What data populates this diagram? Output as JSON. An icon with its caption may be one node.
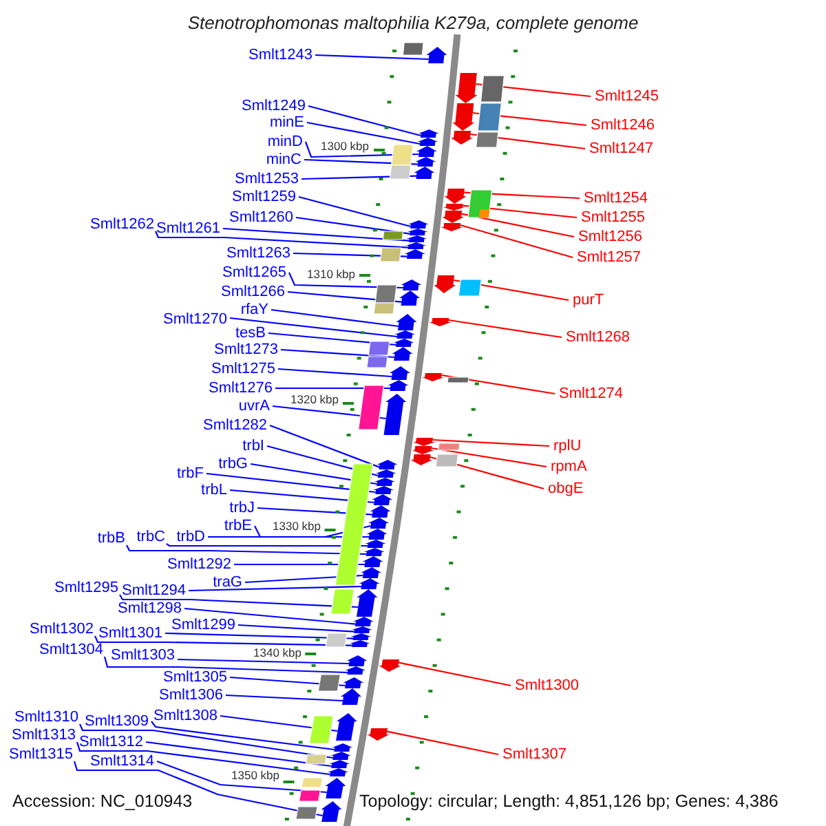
{
  "diagram": {
    "title": "Stenotrophomonas maltophilia K279a, complete genome",
    "nodes": [
      {
        "text": [
          "Smlt1243"
        ]
      },
      {
        "text": [
          "Smlt1249"
        ]
      },
      {
        "text": [
          "minE"
        ]
      },
      {
        "text": [
          "minD"
        ]
      },
      {
        "text": [
          "minC"
        ]
      },
      {
        "text": [
          "Smlt1253"
        ]
      },
      {
        "text": [
          "Smlt1259"
        ]
      },
      {
        "text": [
          "Smlt1260"
        ]
      },
      {
        "text": [
          "Smlt1262"
        ]
      },
      {
        "text": [
          "Smlt1261"
        ]
      },
      {
        "text": [
          "Smlt1263"
        ]
      },
      {
        "text": [
          "Smlt1265"
        ]
      },
      {
        "text": [
          "Smlt1266"
        ]
      },
      {
        "text": [
          "rfaY"
        ]
      },
      {
        "text": [
          "Smlt1270"
        ]
      },
      {
        "text": [
          "tesB"
        ]
      },
      {
        "text": [
          "Smlt1273"
        ]
      },
      {
        "text": [
          "Smlt1275"
        ]
      },
      {
        "text": [
          "Smlt1276"
        ]
      },
      {
        "text": [
          "uvrA"
        ]
      },
      {
        "text": [
          "Smlt1282"
        ]
      },
      {
        "text": [
          "trbI"
        ]
      },
      {
        "text": [
          "trbG"
        ]
      },
      {
        "text": [
          "trbF"
        ]
      },
      {
        "text": [
          "trbL"
        ]
      },
      {
        "text": [
          "trbJ"
        ]
      },
      {
        "text": [
          "trbE"
        ]
      },
      {
        "text": [
          "trbB"
        ]
      },
      {
        "text": [
          "trbC"
        ]
      },
      {
        "text": [
          "trbD"
        ]
      },
      {
        "text": [
          "Smlt1292"
        ]
      },
      {
        "text": [
          "traG"
        ]
      },
      {
        "text": [
          "Smlt1295"
        ]
      },
      {
        "text": [
          "Smlt1294"
        ]
      },
      {
        "text": [
          "Smlt1298"
        ]
      },
      {
        "text": [
          "Smlt1299"
        ]
      },
      {
        "text": [
          "Smlt1302"
        ]
      },
      {
        "text": [
          "Smlt1301"
        ]
      },
      {
        "text": [
          "Smlt1304"
        ]
      },
      {
        "text": [
          "Smlt1303"
        ]
      },
      {
        "text": [
          "Smlt1305"
        ]
      },
      {
        "text": [
          "Smlt1306"
        ]
      },
      {
        "text": [
          "Smlt1310"
        ]
      },
      {
        "text": [
          "Smlt1309"
        ]
      },
      {
        "text": [
          "Smlt1308"
        ]
      },
      {
        "text": [
          "Smlt1313"
        ]
      },
      {
        "text": [
          "Smlt1312"
        ]
      },
      {
        "text": [
          "Smlt1315"
        ]
      },
      {
        "text": [
          "Smlt1314"
        ]
      },
      {
        "text": [
          "Smlt1245"
        ]
      },
      {
        "text": [
          "Smlt1246"
        ]
      },
      {
        "text": [
          "Smlt1247"
        ]
      },
      {
        "text": [
          "Smlt1254"
        ]
      },
      {
        "text": [
          "Smlt1255"
        ]
      },
      {
        "text": [
          "Smlt1256"
        ]
      },
      {
        "text": [
          "Smlt1257"
        ]
      },
      {
        "text": [
          "purT"
        ]
      },
      {
        "text": [
          "Smlt1268"
        ]
      },
      {
        "text": [
          "Smlt1274"
        ]
      },
      {
        "text": [
          "rplU"
        ]
      },
      {
        "text": [
          "rpmA"
        ]
      },
      {
        "text": [
          "obgE"
        ]
      },
      {
        "text": [
          "Smlt1300"
        ]
      },
      {
        "text": [
          "Smlt1307"
        ]
      },
      {
        "text": [],
        "shape": "arrow"
      },
      {
        "text": [],
        "shape": "arrow"
      },
      {
        "text": [],
        "shape": "arrow"
      },
      {
        "text": [],
        "shape": "arrow"
      },
      {
        "text": [],
        "shape": "arrow"
      },
      {
        "text": [],
        "shape": "arrow"
      },
      {
        "text": [],
        "shape": "arrow"
      },
      {
        "text": [],
        "shape": "arrow"
      },
      {
        "text": [],
        "shape": "arrow"
      },
      {
        "text": [],
        "shape": "arrow"
      },
      {
        "text": [],
        "shape": "arrow"
      },
      {
        "text": [],
        "shape": "arrow"
      },
      {
        "text": [],
        "shape": "arrow"
      },
      {
        "text": [],
        "shape": "arrow"
      },
      {
        "text": [],
        "shape": "arrow"
      },
      {
        "text": [],
        "shape": "arrow"
      },
      {
        "text": [],
        "shape": "arrow"
      },
      {
        "text": [],
        "shape": "arrow"
      },
      {
        "text": [],
        "shape": "arrow"
      },
      {
        "text": [],
        "shape": "arrow"
      },
      {
        "text": [],
        "shape": "arrow"
      },
      {
        "text": [],
        "shape": "arrow"
      },
      {
        "text": [],
        "shape": "arrow"
      },
      {
        "text": [],
        "shape": "arrow"
      },
      {
        "text": [],
        "shape": "arrow"
      },
      {
        "text": [],
        "shape": "arrow"
      },
      {
        "text": [],
        "shape": "arrow"
      },
      {
        "text": [],
        "shape": "arrow"
      },
      {
        "text": [],
        "shape": "arrow"
      },
      {
        "text": [],
        "shape": "arrow"
      },
      {
        "text": [],
        "shape": "arrow"
      },
      {
        "text": [],
        "shape": "arrow"
      },
      {
        "text": [],
        "shape": "arrow"
      },
      {
        "text": [],
        "shape": "arrow"
      },
      {
        "text": [],
        "shape": "arrow"
      },
      {
        "text": [],
        "shape": "arrow"
      },
      {
        "text": [],
        "shape": "arrow"
      },
      {
        "text": [],
        "shape": "arrow"
      },
      {
        "text": [],
        "shape": "arrow"
      },
      {
        "text": [],
        "shape": "arrow"
      },
      {
        "text": [],
        "shape": "arrow"
      },
      {
        "text": [],
        "shape": "arrow"
      },
      {
        "text": [],
        "shape": "arrow"
      },
      {
        "text": [],
        "shape": "arrow"
      },
      {
        "text": [],
        "shape": "arrow"
      },
      {
        "text": [],
        "shape": "arrow"
      },
      {
        "text": [],
        "shape": "arrow"
      },
      {
        "text": [],
        "shape": "arrow"
      },
      {
        "text": [],
        "shape": "arrow"
      },
      {
        "text": [],
        "shape": "arrow"
      },
      {
        "text": [],
        "shape": "arrow"
      },
      {
        "text": [],
        "shape": "arrow"
      },
      {
        "text": [],
        "shape": "arrow"
      },
      {
        "text": [],
        "shape": "arrow"
      },
      {
        "text": [],
        "shape": "arrow"
      },
      {
        "text": [],
        "shape": "arrow"
      },
      {
        "text": [],
        "shape": "arrow"
      },
      {
        "text": [],
        "shape": "arrow"
      },
      {
        "text": [],
        "shape": "arrow"
      },
      {
        "text": [],
        "shape": "arrow"
      },
      {
        "text": [],
        "shape": "arrow"
      },
      {
        "text": [],
        "shape": "arrow"
      },
      {
        "text": [],
        "shape": "arrow"
      },
      {
        "text": [],
        "shape": "arrow"
      }
    ],
    "edges": [
      {
        "from": 0,
        "to": 64,
        "arrow": "none"
      },
      {
        "from": 1,
        "to": 65,
        "arrow": "none"
      },
      {
        "from": 2,
        "to": 66,
        "arrow": "none"
      },
      {
        "from": 3,
        "to": 67,
        "arrow": "none"
      },
      {
        "from": 4,
        "to": 68,
        "arrow": "none"
      },
      {
        "from": 5,
        "to": 69,
        "arrow": "none"
      },
      {
        "from": 6,
        "to": 70,
        "arrow": "none"
      },
      {
        "from": 7,
        "to": 71,
        "arrow": "none"
      },
      {
        "from": 8,
        "to": 73,
        "arrow": "none"
      },
      {
        "from": 9,
        "to": 72,
        "arrow": "none"
      },
      {
        "from": 10,
        "to": 74,
        "arrow": "none"
      },
      {
        "from": 11,
        "to": 75,
        "arrow": "none"
      },
      {
        "from": 12,
        "to": 76,
        "arrow": "none"
      },
      {
        "from": 13,
        "to": 77,
        "arrow": "none"
      },
      {
        "from": 14,
        "to": 78,
        "arrow": "none"
      },
      {
        "from": 15,
        "to": 79,
        "arrow": "none"
      },
      {
        "from": 16,
        "to": 80,
        "arrow": "none"
      },
      {
        "from": 17,
        "to": 81,
        "arrow": "none"
      },
      {
        "from": 18,
        "to": 82,
        "arrow": "none"
      },
      {
        "from": 19,
        "to": 83,
        "arrow": "none"
      },
      {
        "from": 20,
        "to": 84,
        "arrow": "none"
      },
      {
        "from": 21,
        "to": 85,
        "arrow": "none"
      },
      {
        "from": 22,
        "to": 86,
        "arrow": "none"
      },
      {
        "from": 23,
        "to": 87,
        "arrow": "none"
      },
      {
        "from": 24,
        "to": 88,
        "arrow": "none"
      },
      {
        "from": 25,
        "to": 89,
        "arrow": "none"
      },
      {
        "from": 26,
        "to": 90,
        "arrow": "none"
      },
      {
        "from": 27,
        "to": 93,
        "arrow": "none"
      },
      {
        "from": 28,
        "to": 92,
        "arrow": "none"
      },
      {
        "from": 29,
        "to": 91,
        "arrow": "none"
      },
      {
        "from": 30,
        "to": 94,
        "arrow": "none"
      },
      {
        "from": 31,
        "to": 95,
        "arrow": "none"
      },
      {
        "from": 32,
        "to": 97,
        "arrow": "none"
      },
      {
        "from": 33,
        "to": 96,
        "arrow": "none"
      },
      {
        "from": 34,
        "to": 98,
        "arrow": "none"
      },
      {
        "from": 35,
        "to": 99,
        "arrow": "none"
      },
      {
        "from": 36,
        "to": 101,
        "arrow": "none"
      },
      {
        "from": 37,
        "to": 100,
        "arrow": "none"
      },
      {
        "from": 38,
        "to": 103,
        "arrow": "none"
      },
      {
        "from": 39,
        "to": 102,
        "arrow": "none"
      },
      {
        "from": 40,
        "to": 104,
        "arrow": "none"
      },
      {
        "from": 41,
        "to": 105,
        "arrow": "none"
      },
      {
        "from": 42,
        "to": 108,
        "arrow": "none"
      },
      {
        "from": 43,
        "to": 107,
        "arrow": "none"
      },
      {
        "from": 44,
        "to": 106,
        "arrow": "none"
      },
      {
        "from": 45,
        "to": 110,
        "arrow": "none"
      },
      {
        "from": 46,
        "to": 109,
        "arrow": "none"
      },
      {
        "from": 47,
        "to": 112,
        "arrow": "none"
      },
      {
        "from": 48,
        "to": 111,
        "arrow": "none"
      },
      {
        "from": 49,
        "to": 113,
        "arrow": "none",
        "color": "#ff0000"
      },
      {
        "from": 50,
        "to": 114,
        "arrow": "none",
        "color": "#ff0000"
      },
      {
        "from": 51,
        "to": 115,
        "arrow": "none",
        "color": "#ff0000"
      },
      {
        "from": 52,
        "to": 116,
        "arrow": "none",
        "color": "#ff0000"
      },
      {
        "from": 53,
        "to": 117,
        "arrow": "none",
        "color": "#ff0000"
      },
      {
        "from": 54,
        "to": 118,
        "arrow": "none",
        "color": "#ff0000"
      },
      {
        "from": 55,
        "to": 119,
        "arrow": "none",
        "color": "#ff0000"
      },
      {
        "from": 56,
        "to": 120,
        "arrow": "none",
        "color": "#ff0000"
      },
      {
        "from": 57,
        "to": 121,
        "arrow": "none",
        "color": "#ff0000"
      },
      {
        "from": 58,
        "to": 122,
        "arrow": "none",
        "color": "#ff0000"
      },
      {
        "from": 59,
        "to": 123,
        "arrow": "none",
        "color": "#ff0000"
      },
      {
        "from": 60,
        "to": 124,
        "arrow": "none",
        "color": "#ff0000"
      },
      {
        "from": 61,
        "to": 125,
        "arrow": "none",
        "color": "#ff0000"
      },
      {
        "from": 62,
        "to": 126,
        "arrow": "none",
        "color": "#ff0000"
      },
      {
        "from": 63,
        "to": 127,
        "arrow": "none",
        "color": "#ff0000"
      }
    ],
    "labels": [
      "1300 kbp",
      "1310 kbp",
      "1320 kbp",
      "1330 kbp",
      "1340 kbp",
      "1350 kbp",
      "Accession: NC_010943",
      "Topology: circular; Length: 4,851,126 bp; Genes: 4,386"
    ]
  }
}
